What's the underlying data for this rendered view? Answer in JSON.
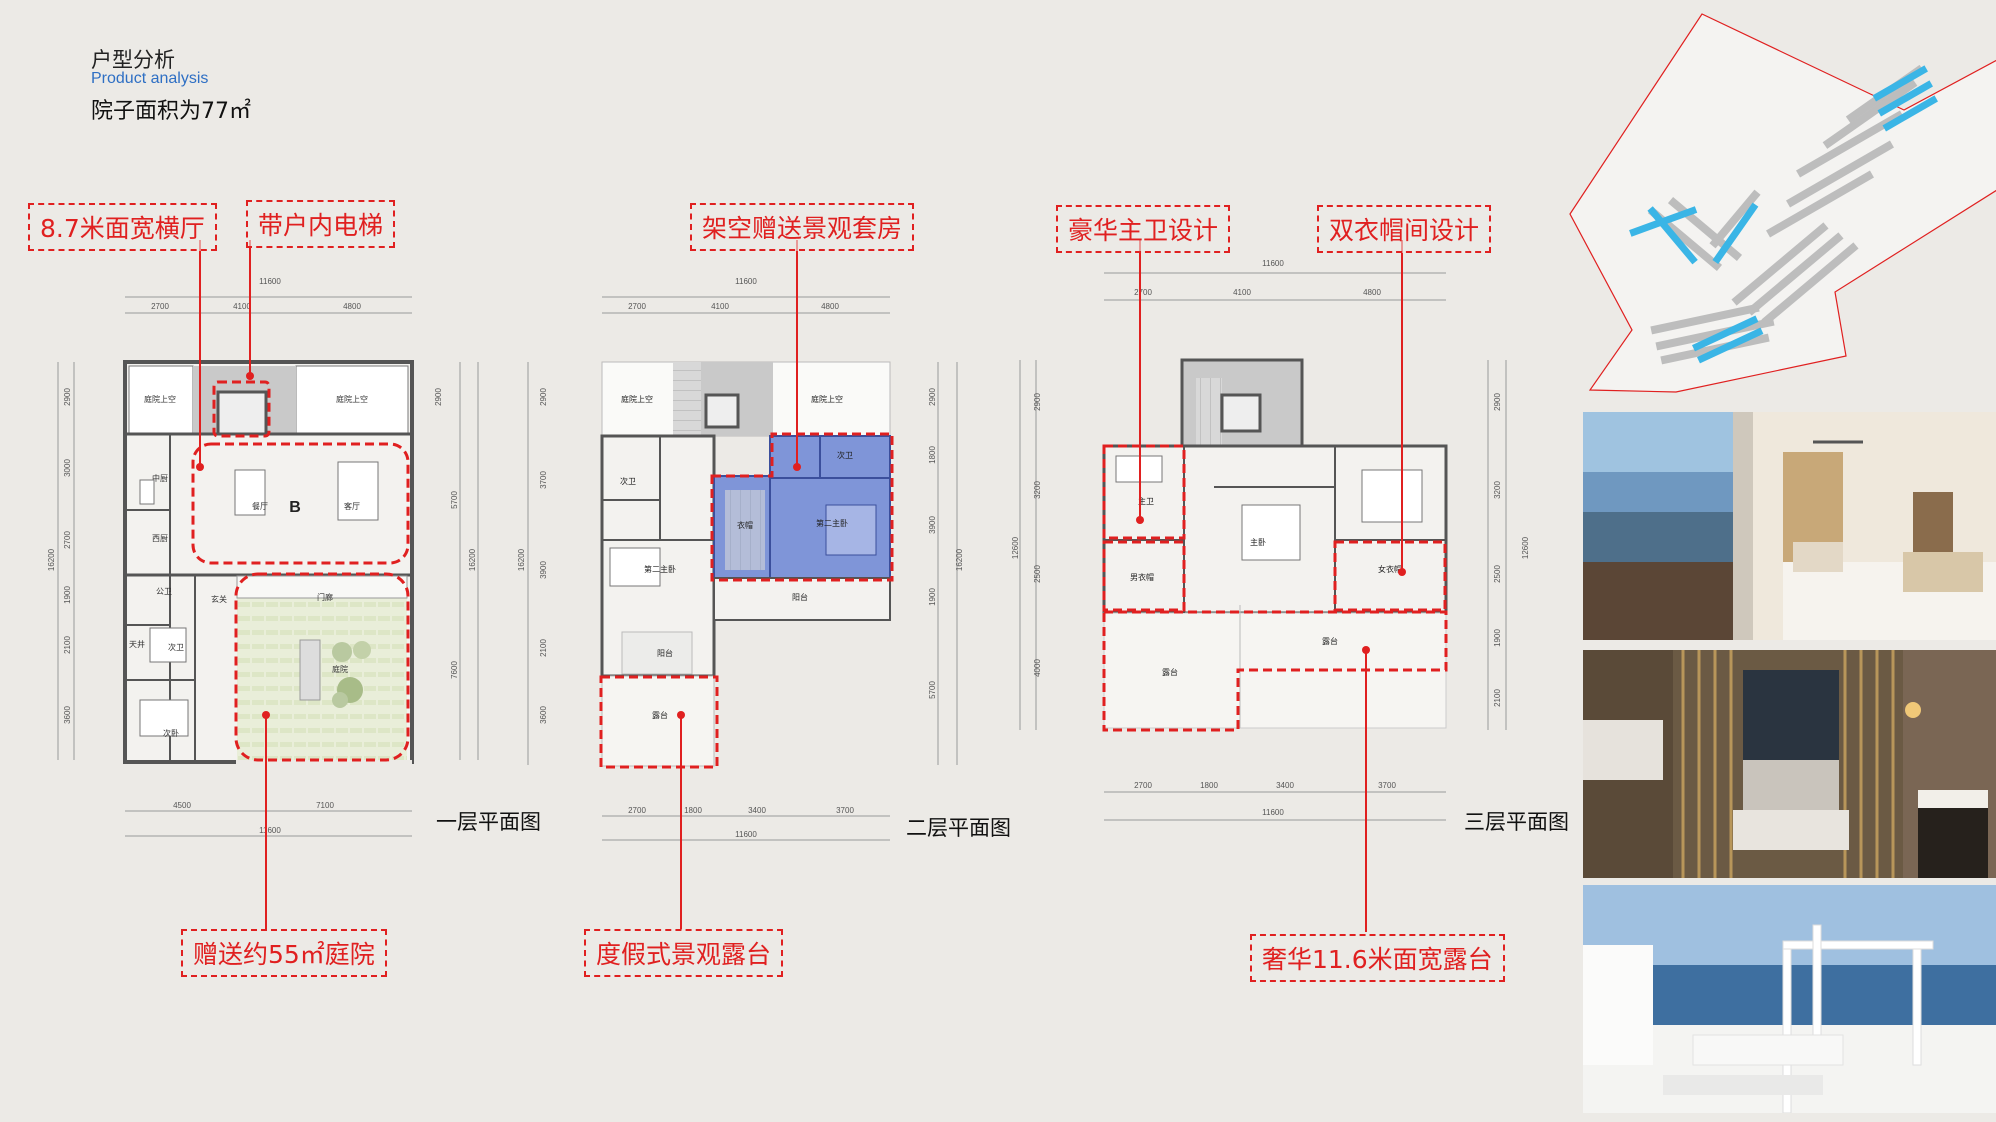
{
  "header": {
    "title": "户型分析",
    "subtitle": "Product analysis",
    "yard_area": "院子面积为77㎡"
  },
  "callouts": {
    "hall_width": "8.7米面宽横厅",
    "elevator": "带户内电梯",
    "suite": "架空赠送景观套房",
    "master_bath": "豪华主卫设计",
    "double_closet": "双衣帽间设计",
    "courtyard": "赠送约55㎡庭院",
    "terrace_l2": "度假式景观露台",
    "terrace_l3": "奢华11.6米面宽露台"
  },
  "floors": {
    "first": "一层平面图",
    "second": "二层平面图",
    "third": "三层平面图"
  },
  "dims": {
    "total": "11600",
    "top": [
      "2700",
      "4100",
      "4800"
    ],
    "bottom_l1": [
      "4500",
      "7100"
    ],
    "bottom_l23": [
      "2700",
      "1800",
      "3400",
      "3700"
    ],
    "left_l1": [
      "2900",
      "3000",
      "2700",
      "1900",
      "2100",
      "3600"
    ],
    "left_total": "16200",
    "right_l1": [
      "5700",
      "7600"
    ],
    "right_l2": [
      "2900",
      "1800",
      "3900",
      "1900",
      "5700"
    ],
    "l2_left": [
      "2900",
      "3700",
      "3900",
      "2100",
      "3600"
    ],
    "l3_left": [
      "2900",
      "3200",
      "2500",
      "4000"
    ],
    "l3_right": [
      "2900",
      "3200",
      "2500",
      "1900",
      "2100"
    ],
    "l3_total": "12600"
  },
  "rooms": {
    "l1": {
      "void_left": "庭院上空",
      "void_right": "庭院上空",
      "middle_kitchen": "中厨",
      "dining": "餐厅",
      "living": "客厅",
      "western_kitchen": "西厨",
      "public_wc": "公卫",
      "foyer": "玄关",
      "gate": "门廊",
      "skylight": "天井",
      "second_bath": "次卫",
      "courtyard": "庭院",
      "second_bedroom": "次卧",
      "marker": "B"
    },
    "l2": {
      "void_left": "庭院上空",
      "void_right": "庭院上空",
      "second_bath_a": "次卫",
      "second_bath_b": "次卫",
      "closet": "衣帽",
      "second_master": "第二主卧",
      "second_master_b": "第二主卧",
      "balcony": "阳台",
      "balcony_b": "阳台",
      "terrace": "露台"
    },
    "l3": {
      "master_bath": "主卫",
      "master_bedroom": "主卧",
      "mens_closet": "男衣帽",
      "womens_closet": "女衣帽",
      "terrace_left": "露台",
      "terrace_right": "露台"
    }
  },
  "colors": {
    "accent": "#e02020",
    "subtitle": "#2e6fc4",
    "suite_fill": "#7f95d8",
    "wall": "#555555"
  }
}
